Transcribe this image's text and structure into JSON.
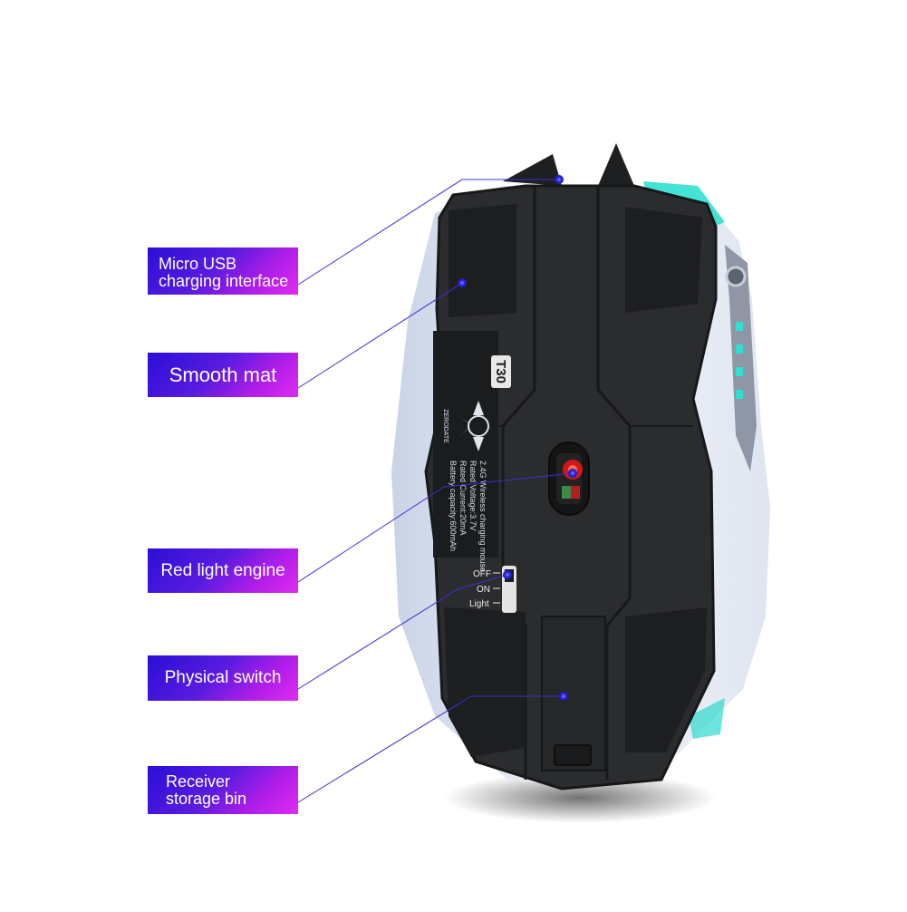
{
  "callouts": {
    "usb": {
      "line1": "Micro USB",
      "line2": "charging interface"
    },
    "mat": {
      "label": "Smooth mat"
    },
    "engine": {
      "label": "Red light engine"
    },
    "switch": {
      "label": "Physical switch"
    },
    "bin": {
      "line1": "Receiver",
      "line2": "storage bin"
    }
  },
  "mouse": {
    "model": "T30",
    "brand": "ZERODATE",
    "specs": [
      "2.4G Wireless charging mouse",
      "Rated Voltage:3.7V",
      "Rated Current:20mA",
      "Battery capacity:600mAh"
    ],
    "switch_positions": [
      "OFF",
      "ON",
      "Light"
    ]
  },
  "colors": {
    "label_gradient_start": "#2a0fd6",
    "label_gradient_end": "#e02cf2",
    "callout_line": "#3b2fd0",
    "body_dark": "#2b2c2e",
    "shell_light": "#e6ecf6",
    "accent_cyan": "#2fe0d0",
    "sensor_red": "#d01818"
  }
}
